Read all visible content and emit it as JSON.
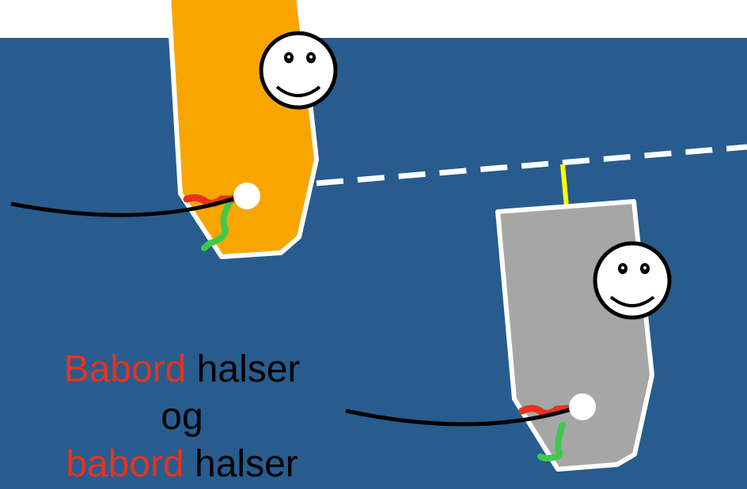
{
  "caption": {
    "line1_red": "Babord",
    "line1_black": " halser",
    "line2": "og",
    "line3_red": "babord",
    "line3_black": " halser"
  },
  "colors": {
    "water": "#285c8f",
    "sky": "#ffffff",
    "boat_orange": "#f9a500",
    "boat_gray": "#a6a6a6",
    "outline": "#ffffff",
    "highlight_red": "#e8321c",
    "tiller_green": "#3fc94a",
    "sheet_black": "#000000",
    "marker_yellow": "#ffff00"
  },
  "icons": [
    "smiley-face-icon",
    "smiley-face-icon"
  ]
}
